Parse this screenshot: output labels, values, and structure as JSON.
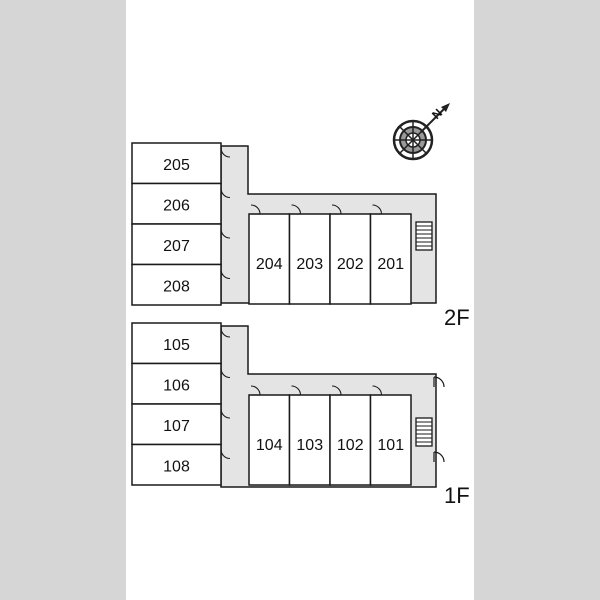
{
  "compass": {
    "north_label": "N",
    "icon": "north-arrow-icon"
  },
  "floors": [
    {
      "id": "2f",
      "label": "2F",
      "left_column_units": [
        "205",
        "206",
        "207",
        "208"
      ],
      "right_row_units": [
        "204",
        "203",
        "202",
        "201"
      ]
    },
    {
      "id": "1f",
      "label": "1F",
      "left_column_units": [
        "105",
        "106",
        "107",
        "108"
      ],
      "right_row_units": [
        "104",
        "103",
        "102",
        "101"
      ]
    }
  ],
  "colors": {
    "side_panels": "#d6d6d6",
    "page": "#ffffff",
    "corridor": "#e4e4e4",
    "unit": "#ffffff",
    "lines": "#1a1a1a"
  }
}
